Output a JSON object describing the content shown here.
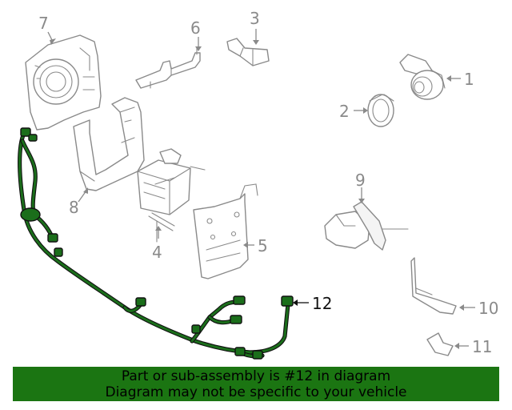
{
  "callouts": {
    "c1": "1",
    "c2": "2",
    "c3": "3",
    "c4": "4",
    "c5": "5",
    "c6": "6",
    "c7": "7",
    "c8": "8",
    "c9": "9",
    "c10": "10",
    "c11": "11",
    "c12": "12"
  },
  "highlighted_part": "12",
  "colors": {
    "banner": "#1b7512",
    "harness": "#1b6e1b",
    "part_line": "#8a8a8a"
  },
  "banner": {
    "line1": "Part or sub-assembly is #12 in diagram",
    "line2": "Diagram may not be specific to your vehicle"
  }
}
